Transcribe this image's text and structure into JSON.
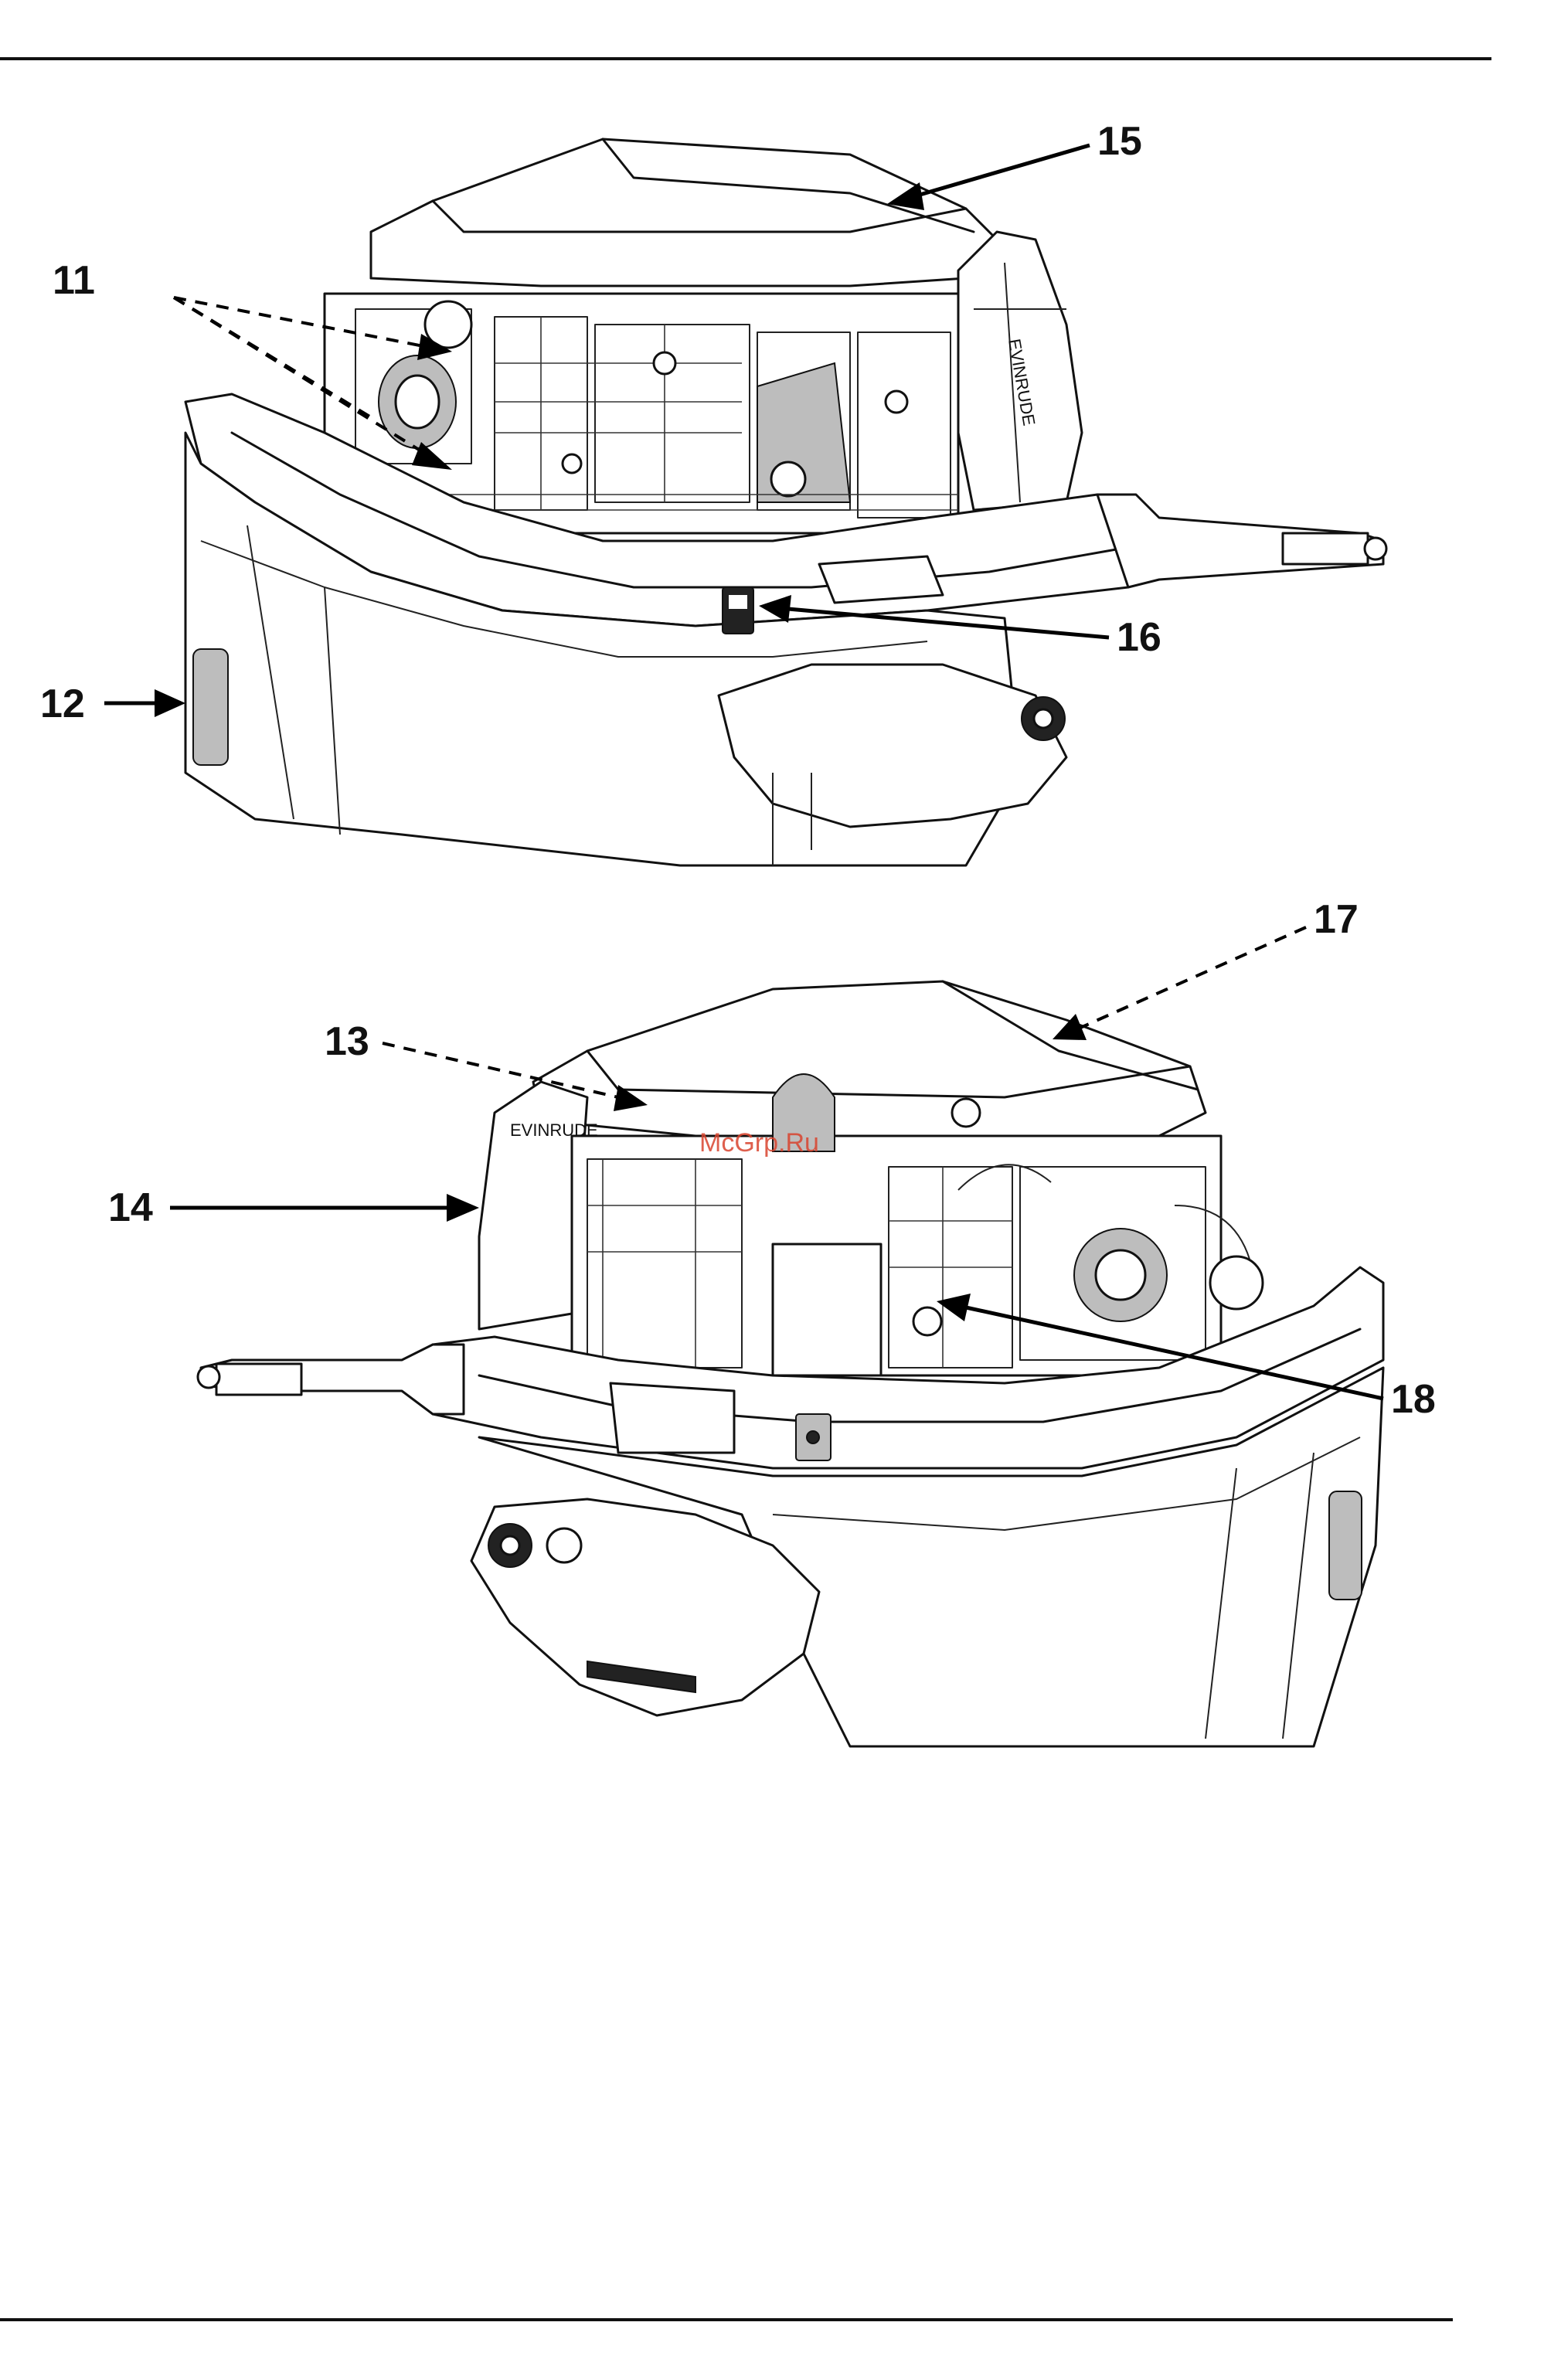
{
  "figure_top": {
    "callouts": {
      "c11": "11",
      "c12": "12",
      "c15": "15",
      "c16": "16"
    }
  },
  "figure_bottom": {
    "callouts": {
      "c13": "13",
      "c14": "14",
      "c17": "17",
      "c18": "18"
    }
  },
  "watermark": "McGrp.Ru"
}
